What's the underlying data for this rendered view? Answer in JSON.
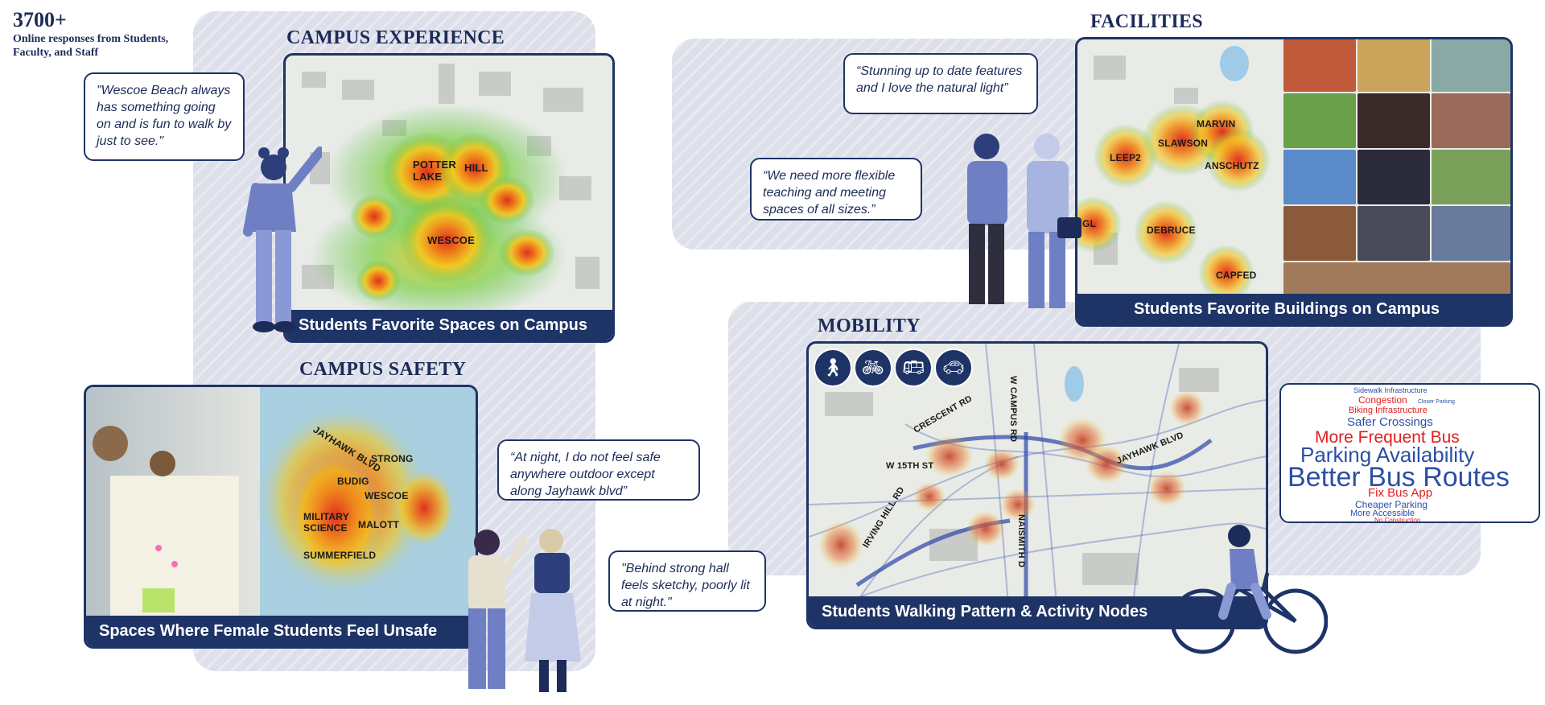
{
  "stat": {
    "number": "3700+",
    "description": "Online responses from Students, Faculty, and Staff"
  },
  "sections": {
    "campus_experience": {
      "heading": "CAMPUS EXPERIENCE",
      "quote": "\"Wescoe Beach always has something going on and is fun to walk by just to see.\"",
      "map_caption": "Students Favorite Spaces on Campus",
      "map_labels": [
        "POTTER LAKE",
        "HILL",
        "WESCOE"
      ]
    },
    "campus_safety": {
      "heading": "CAMPUS SAFETY",
      "quotes": [
        "“At night, I do not feel safe anywhere outdoor except along Jayhawk blvd”",
        "\"Behind strong hall feels sketchy, poorly lit at night.\""
      ],
      "map_caption": "Spaces Where Female Students Feel Unsafe",
      "map_labels": [
        "JAYHAWK BLVD",
        "STRONG",
        "BUDIG",
        "WESCOE",
        "MILITARY SCIENCE",
        "MALOTT",
        "SUMMERFIELD"
      ]
    },
    "facilities": {
      "heading": "FACILITIES",
      "quotes": [
        "“Stunning up to date features and I love the natural light”",
        "“We need more flexible teaching and meeting spaces of all sizes.”"
      ],
      "map_caption": "Students Favorite Buildings on Campus",
      "map_labels": [
        "MARVIN",
        "SLAWSON",
        "LEEP2",
        "ANSCHUTZ",
        "GL",
        "DEBRUCE",
        "CAPFED"
      ]
    },
    "mobility": {
      "heading": "MOBILITY",
      "map_caption": "Students Walking Pattern & Activity Nodes",
      "map_labels": [
        "W CAMPUS RD",
        "CRESCENT RD",
        "JAYHAWK BLVD",
        "W 15TH ST",
        "NAISMITH D",
        "IRVING HILL RD"
      ],
      "mode_icons": [
        "walk-icon",
        "bike-icon",
        "bus-icon",
        "car-icon"
      ],
      "word_cloud": [
        {
          "text": "Sidewalk Infrastructure",
          "color": "#2b4fa6"
        },
        {
          "text": "Congestion",
          "color": "#e02020"
        },
        {
          "text": "Closer Parking",
          "color": "#2b4fa6"
        },
        {
          "text": "Biking Infrastructure",
          "color": "#e02020"
        },
        {
          "text": "Safer Crossings",
          "color": "#2b4fa6"
        },
        {
          "text": "More Frequent Bus",
          "color": "#e02020"
        },
        {
          "text": "Parking Availability",
          "color": "#2b4fa6"
        },
        {
          "text": "Better Bus Routes",
          "color": "#2b4fa6"
        },
        {
          "text": "Fix Bus App",
          "color": "#e02020"
        },
        {
          "text": "Cheaper Parking",
          "color": "#2b4fa6"
        },
        {
          "text": "More Accessible",
          "color": "#2b4fa6"
        },
        {
          "text": "No Construction",
          "color": "#e02020"
        }
      ]
    }
  },
  "colors": {
    "navy": "#1e3466",
    "panel": "#dde0ea",
    "heat_red": "#e0301e",
    "heat_yellow": "#f4c81c",
    "heat_green": "#4fbf4a"
  }
}
